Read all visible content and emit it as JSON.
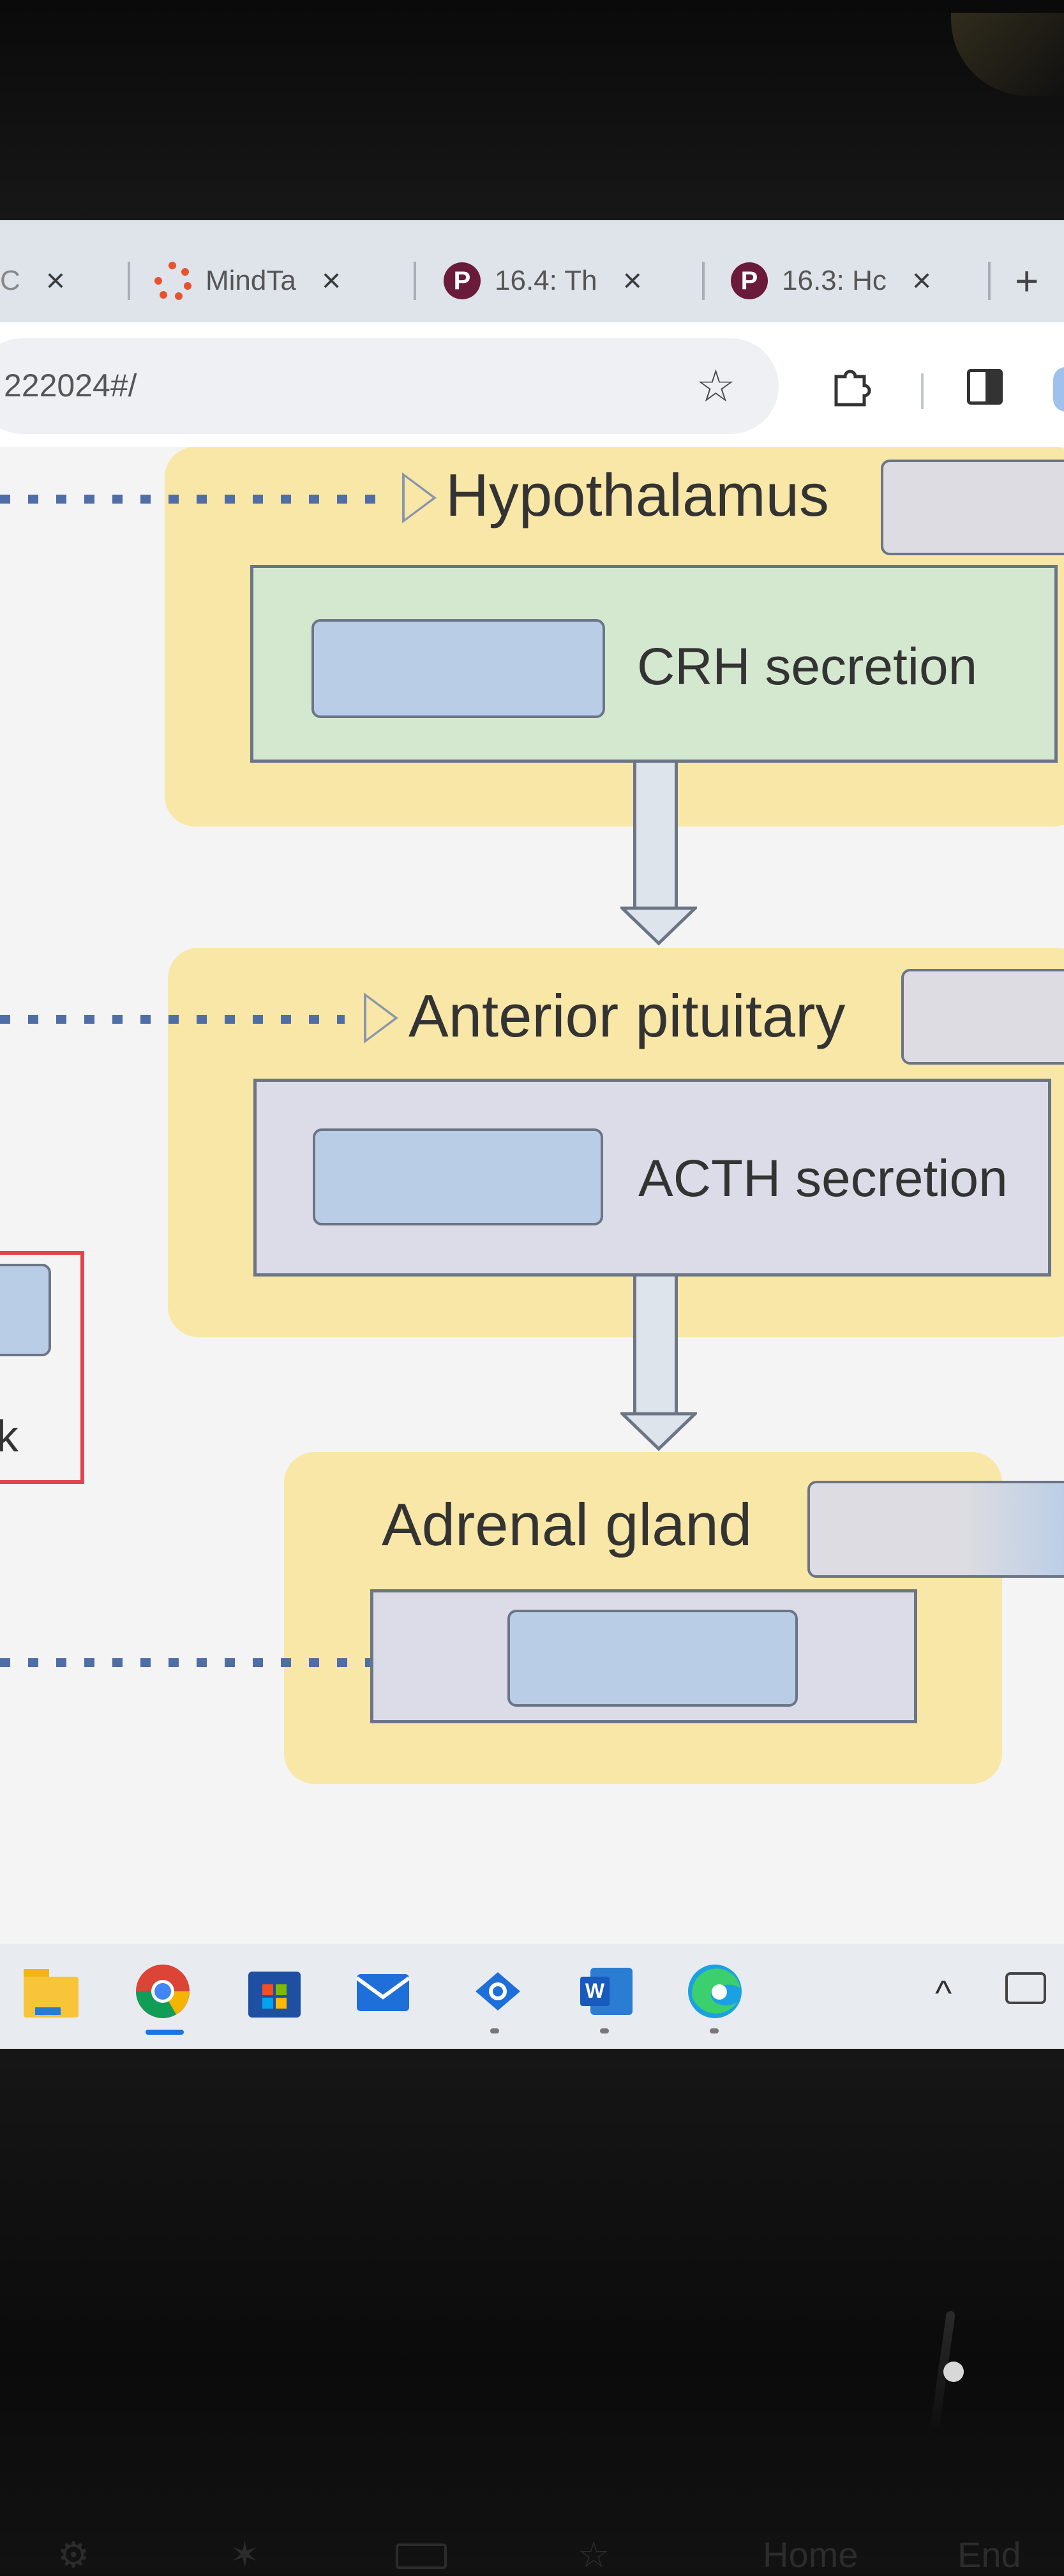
{
  "browser": {
    "tabs": [
      {
        "label": "MindTa",
        "close": "×"
      },
      {
        "label": "16.4: Th",
        "close": "×",
        "favicon": "P"
      },
      {
        "label": "16.3: Hc",
        "close": "×",
        "favicon": "P"
      }
    ],
    "first_tab_fragment": "C",
    "first_tab_close": "×",
    "new_tab": "+",
    "url_fragment": "222024#/"
  },
  "diagram": {
    "hypothalamus": {
      "label": "Hypothalamus",
      "box_label": "CRH secretion"
    },
    "anterior_pituitary": {
      "label": "Anterior pituitary",
      "box_label": "ACTH secretion"
    },
    "adrenal_gland": {
      "label": "Adrenal gland"
    },
    "feedback_box_letter": "k"
  },
  "keyboard_hints": {
    "home": "Home",
    "end": "End"
  },
  "colors": {
    "panel": "#f8e7a6",
    "hypothalamus_box": "#d4e8cf",
    "pituitary_box": "#dcdce8",
    "drop_target": "#b9cde6",
    "feedback_border": "#e0454e",
    "dotted_line": "#4f6ea8"
  },
  "icons": [
    "file-explorer-icon",
    "chrome-icon",
    "microsoft-store-icon",
    "mail-icon",
    "cortana-icon",
    "word-icon",
    "edge-icon"
  ]
}
